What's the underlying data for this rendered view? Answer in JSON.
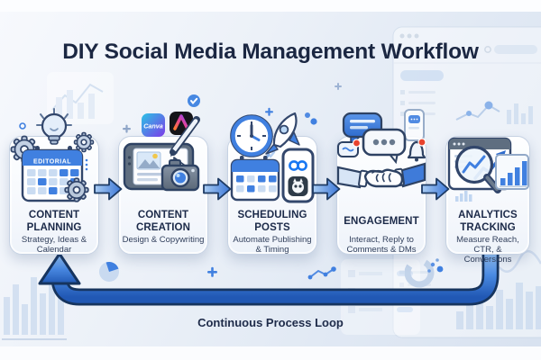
{
  "title": "DIY Social Media Management Workflow",
  "loop_label": "Continuous Process Loop",
  "steps": [
    {
      "title": "CONTENT PLANNING",
      "subtitle": "Strategy, Ideas & Calendar",
      "icon": "editorial-calendar-gears-lightbulb-icon",
      "calendar_label": "EDITORIAL"
    },
    {
      "title": "CONTENT CREATION",
      "subtitle": "Design & Copywriting",
      "icon": "design-tablet-pen-camera-icon",
      "canva_label": "Canva"
    },
    {
      "title": "SCHEDULING POSTS",
      "subtitle": "Automate Publishing & Timing",
      "icon": "clock-rocket-calendar-phone-icon"
    },
    {
      "title": "ENGAGEMENT",
      "subtitle": "Interact, Reply to Comments & DMs",
      "icon": "handshake-chat-bubbles-icon"
    },
    {
      "title": "ANALYTICS TRACKING",
      "subtitle": "Measure Reach, CTR, & Conversions",
      "icon": "magnifier-growth-charts-icon"
    }
  ],
  "colors": {
    "accent_blue": "#4080e0",
    "deep_navy": "#1b2742",
    "loop_blue": "#2f6ccd",
    "meta_blue": "#1877f2",
    "alert_red": "#e8432e",
    "card_bg": "#f7fafd"
  }
}
